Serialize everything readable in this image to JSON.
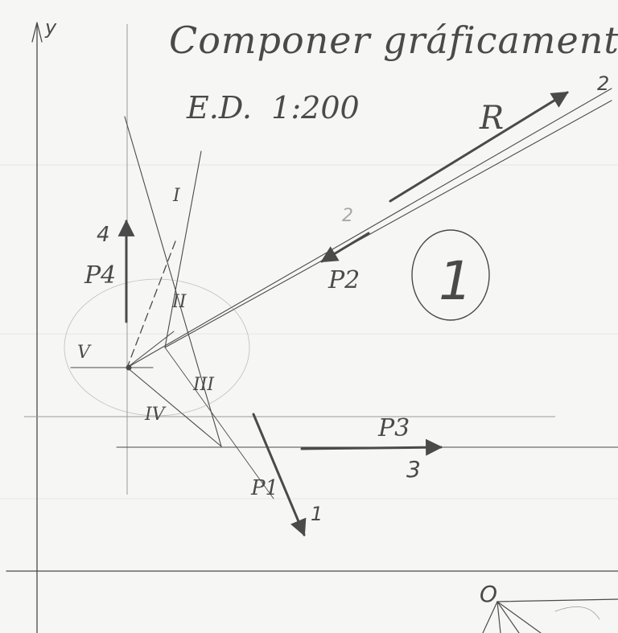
{
  "title": "Componer gráficamente",
  "scale_label": "E.D.  1:200",
  "problem_number": "1",
  "axis_y_label": "y",
  "resultant_label": "R",
  "resultant_index": "2",
  "forces": [
    {
      "label": "P1",
      "index": "1"
    },
    {
      "label": "P2",
      "index": "2"
    },
    {
      "label": "P3",
      "index": "3"
    },
    {
      "label": "P4",
      "index": "4"
    }
  ],
  "roman_labels": [
    "I",
    "II",
    "III",
    "IV",
    "V"
  ],
  "origin_label": "O",
  "colors": {
    "pencil": "#4a4a4a",
    "paper": "#f6f6f4",
    "faint": "#9a9a9a"
  }
}
